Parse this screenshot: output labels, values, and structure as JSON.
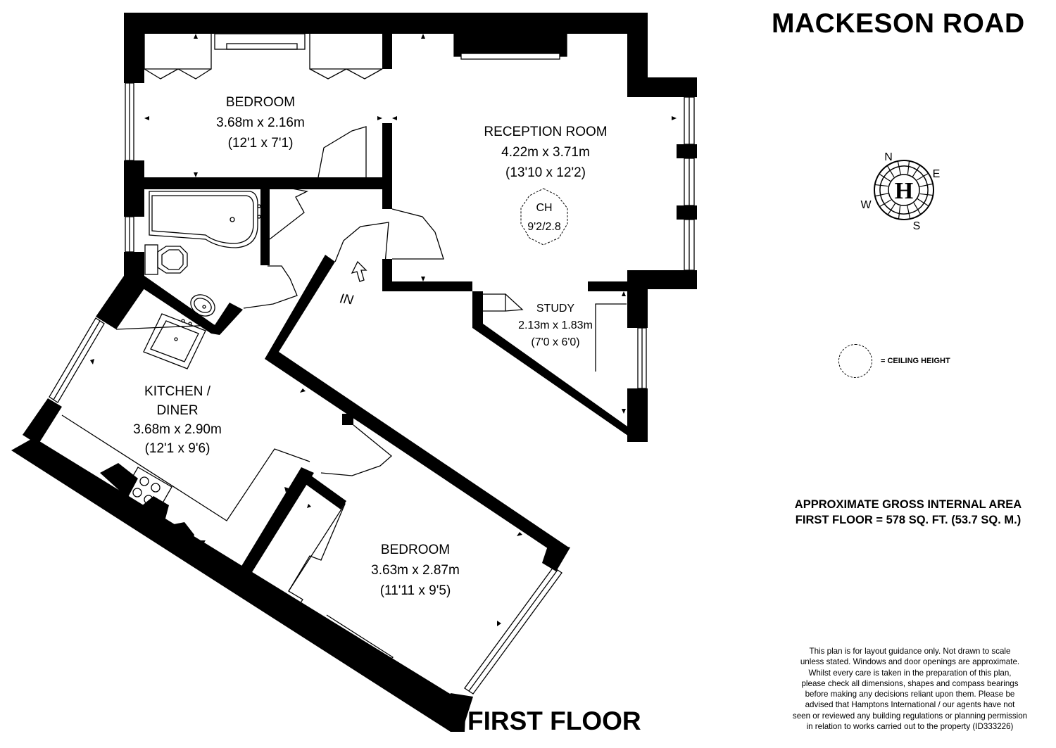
{
  "header": {
    "title": "MACKESON ROAD"
  },
  "floor": {
    "title": "FIRST FLOOR"
  },
  "rooms": {
    "bedroom1": {
      "name": "BEDROOM",
      "metric": "3.68m x 2.16m",
      "imperial": "(12'1 x 7'1)"
    },
    "reception": {
      "name": "RECEPTION ROOM",
      "metric": "4.22m x 3.71m",
      "imperial": "(13'10 x 12'2)"
    },
    "study": {
      "name": "STUDY",
      "metric": "2.13m x 1.83m",
      "imperial": "(7'0 x 6'0)"
    },
    "kitchen": {
      "name_line1": "KITCHEN /",
      "name_line2": "DINER",
      "metric": "3.68m x 2.90m",
      "imperial": "(12'1 x 9'6)"
    },
    "bedroom2": {
      "name": "BEDROOM",
      "metric": "3.63m x 2.87m",
      "imperial": "(11'11 x 9'5)"
    }
  },
  "ceiling_marker": {
    "label": "CH",
    "value": "9'2/2.8"
  },
  "entrance": {
    "label": "IN"
  },
  "compass": {
    "north": "N",
    "east": "E",
    "south": "S",
    "west": "W",
    "logo": "H"
  },
  "legend": {
    "text": "= CEILING HEIGHT"
  },
  "area": {
    "line1": "APPROXIMATE GROSS INTERNAL AREA",
    "line2": "FIRST FLOOR  = 578 SQ. FT. (53.7 SQ. M.)"
  },
  "disclaimer": {
    "lines": [
      "This plan is for layout guidance only. Not drawn to scale",
      "unless stated. Windows and door openings are approximate.",
      "Whilst every care is taken in the preparation of this plan,",
      "please check all dimensions, shapes and compass bearings",
      "before making any decisions reliant upon them. Please be",
      "advised that Hamptons International / our agents have not",
      "seen or reviewed any building regulations or planning permission",
      "in relation to works carried out to the property (ID333226)"
    ]
  },
  "colors": {
    "wall": "#000000",
    "background": "#ffffff"
  }
}
